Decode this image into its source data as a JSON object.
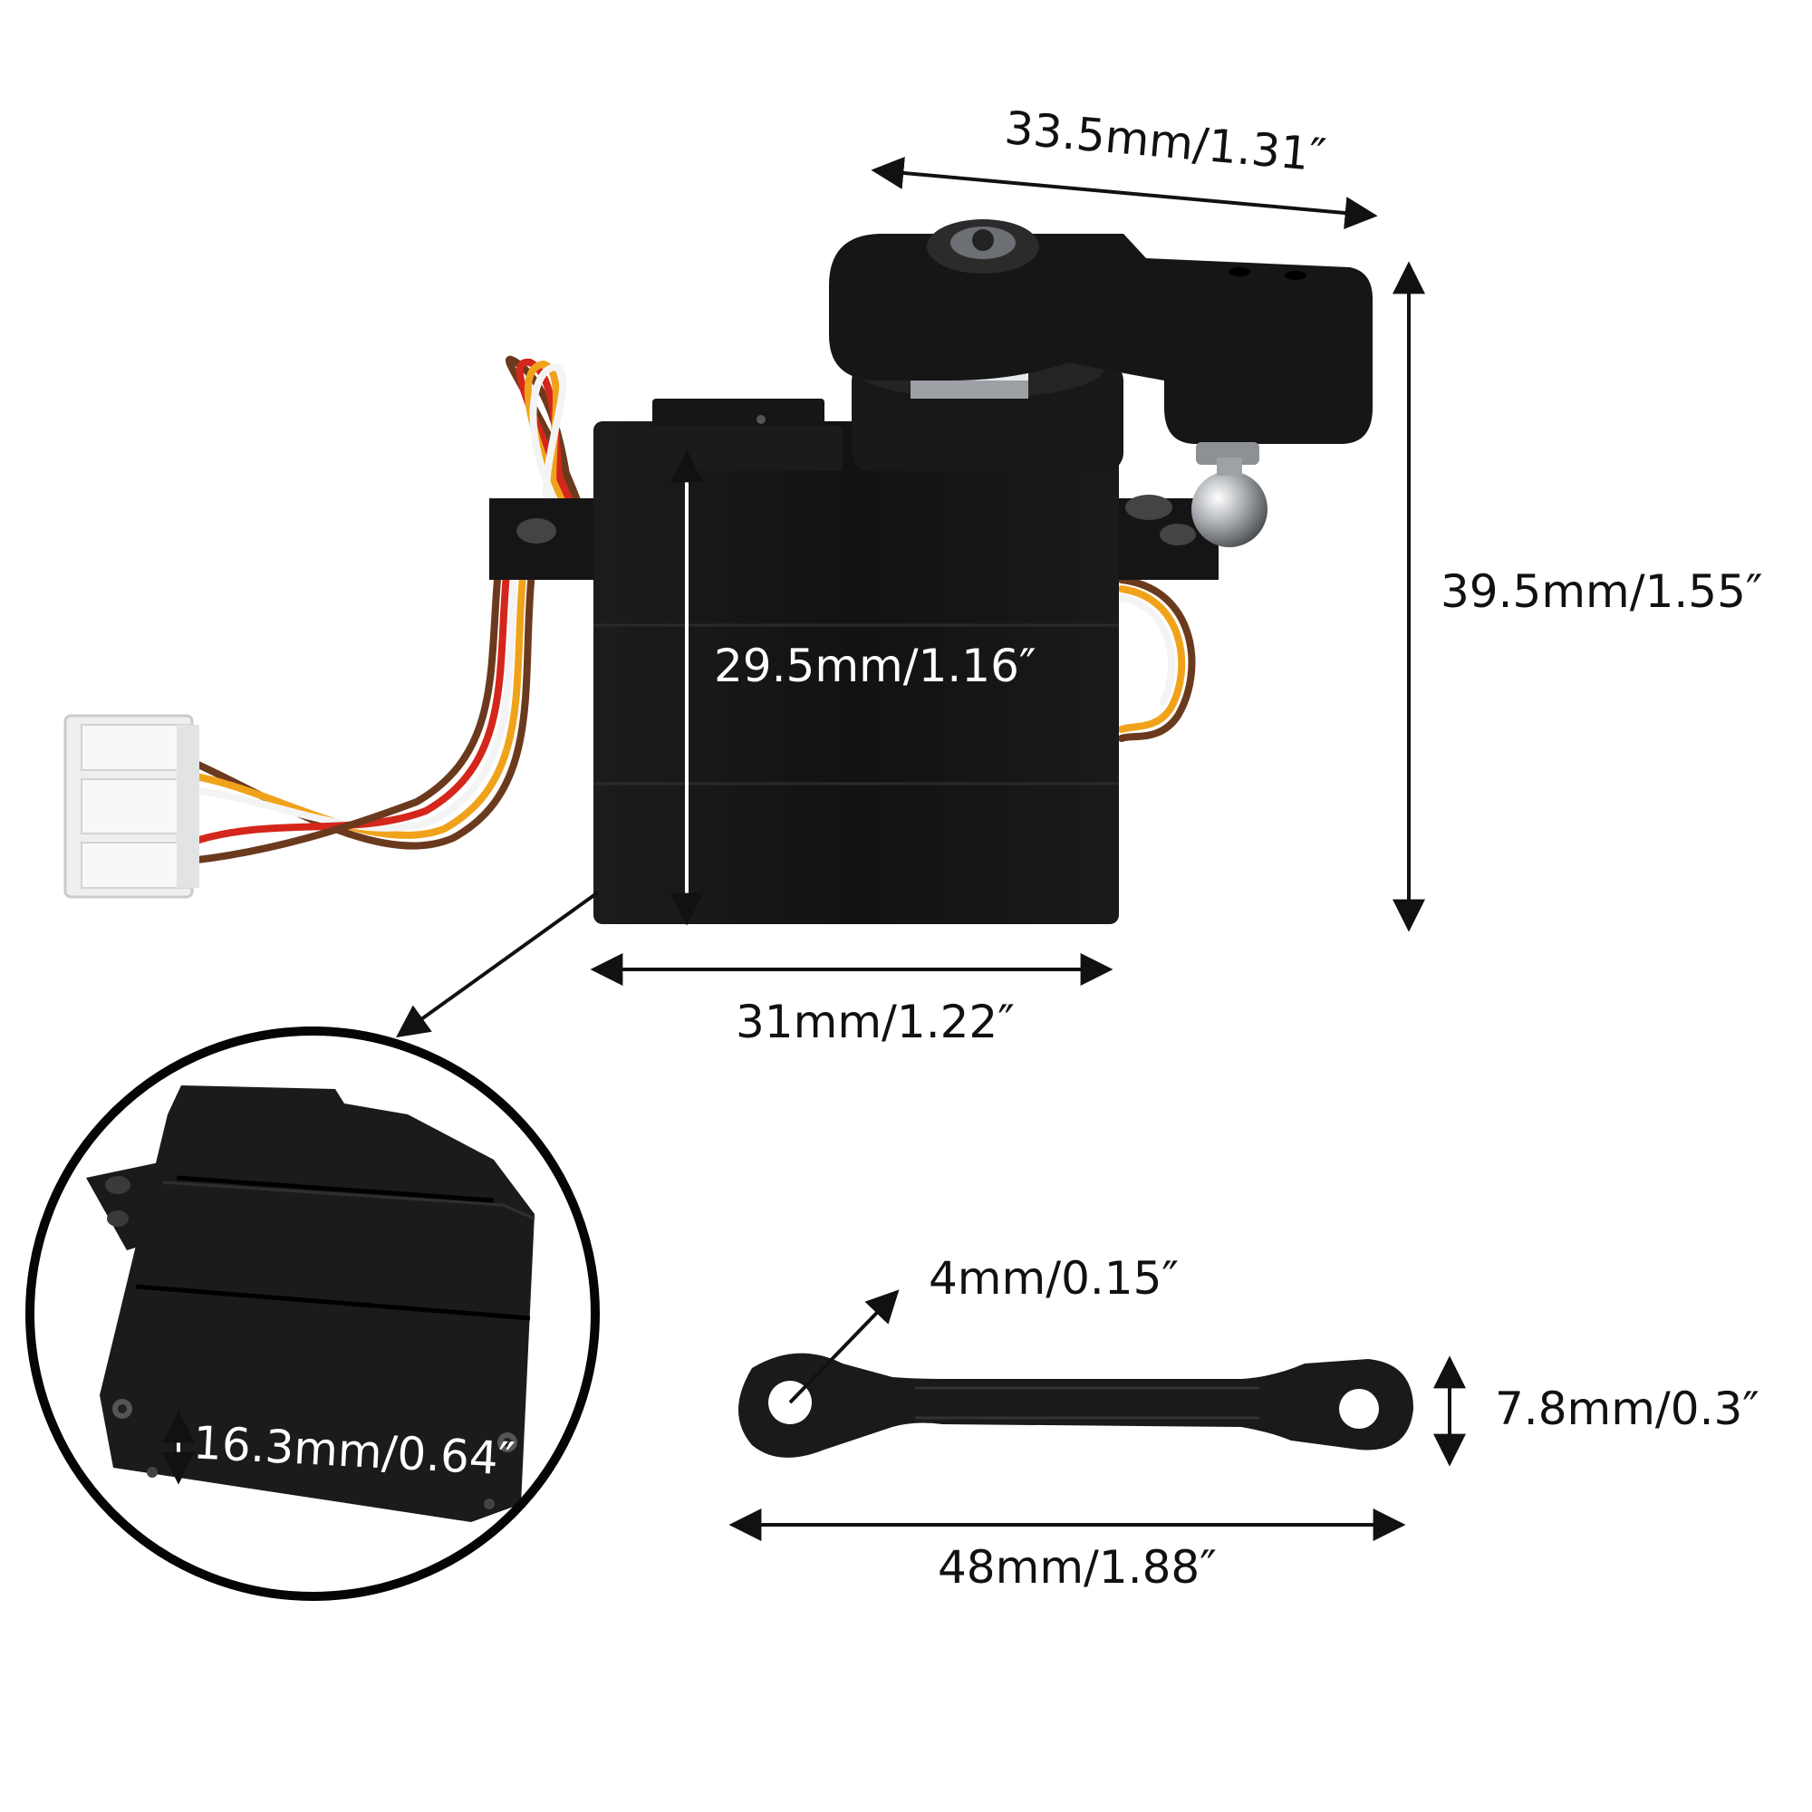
{
  "colors": {
    "background": "#ffffff",
    "body": "#111111",
    "body_edge": "#2a2a2a",
    "dim_line": "#111111",
    "label_dark": "#111111",
    "label_light": "#ffffff",
    "metal": "#bfc3c7",
    "connector": "#eef0f0",
    "wire_brown": "#6b3a1e",
    "wire_red": "#d5261b",
    "wire_orange": "#f0a31a",
    "wire_white": "#f4f4f4"
  },
  "icons": {
    "servo": "servo-motor-icon",
    "arm": "servo-horn-icon",
    "ball": "ball-joint-icon",
    "connector": "wire-connector-icon",
    "link": "linkage-rod-icon",
    "magnifier": "magnifier-circle-icon"
  },
  "dimensions": {
    "arm_width": "33.5mm/1.31″",
    "total_height": "39.5mm/1.55″",
    "body_height": "29.5mm/1.16″",
    "body_width": "31mm/1.22″",
    "body_depth": "16.3mm/0.64″",
    "hole_diameter": "4mm/0.15″",
    "link_height": "7.8mm/0.3″",
    "link_length": "48mm/1.88″"
  }
}
